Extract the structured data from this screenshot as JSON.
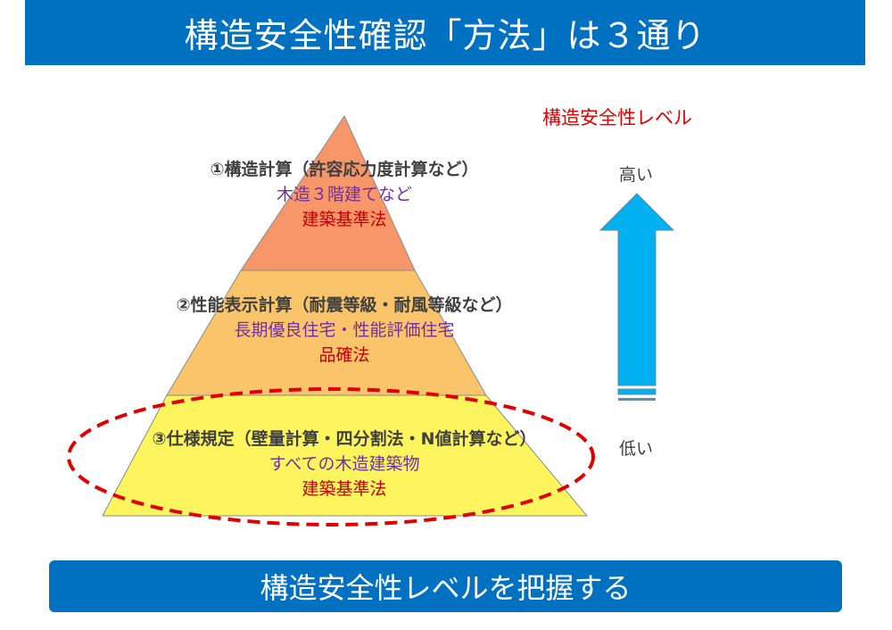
{
  "header": {
    "title": "構造安全性確認「方法」は３通り"
  },
  "footer": {
    "text": "構造安全性レベルを把握する"
  },
  "pyramid": {
    "tiers": [
      {
        "method": "①構造計算（許容応力度計算など）",
        "target": "木造３階建てなど",
        "law": "建築基準法",
        "color": "#f79669"
      },
      {
        "method": "②性能表示計算（耐震等級・耐風等級など）",
        "target": "長期優良住宅・性能評価住宅",
        "law": "品確法",
        "color": "#fac46a"
      },
      {
        "method": "③仕様規定（壁量計算・四分割法・N値計算など）",
        "target": "すべての木造建築物",
        "law": "建築基準法",
        "color": "#fdf55e"
      }
    ]
  },
  "level": {
    "title": "構造安全性レベル",
    "high": "高い",
    "low": "低い",
    "arrow_color": "#00b0f0",
    "highlight_color": "#e00000"
  }
}
